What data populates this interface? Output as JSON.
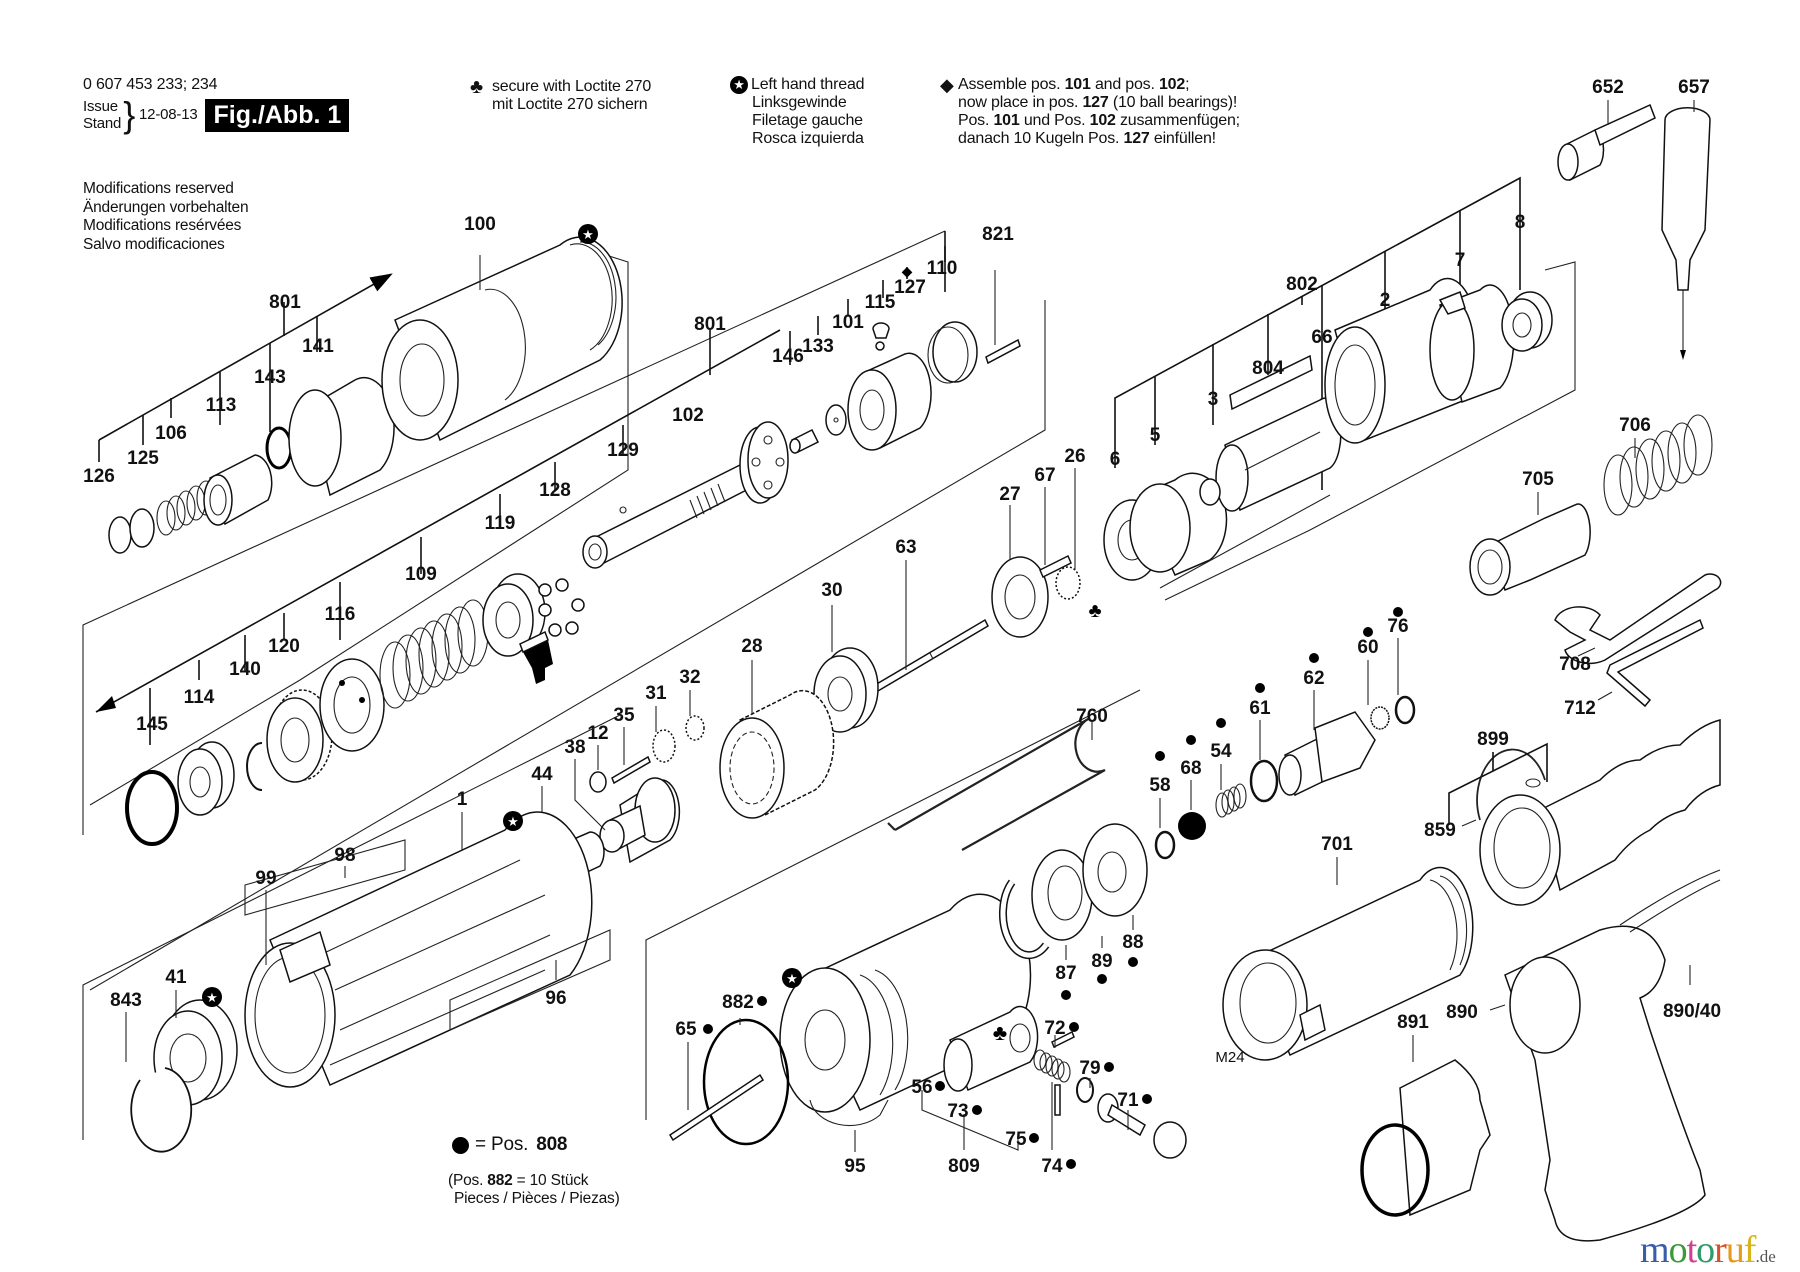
{
  "header": {
    "part_number": "0 607 453 233; 234",
    "issue_label": "Issue",
    "stand_label": "Stand",
    "issue_date": "12-08-13",
    "figure_badge": "Fig./Abb. 1",
    "modifications": [
      "Modifications reserved",
      "Änderungen vorbehalten",
      "Modifications resérvées",
      "Salvo modificaciones"
    ]
  },
  "notes": {
    "loctite": {
      "icon": "club-icon",
      "lines": [
        "secure with Loctite 270",
        "mit Loctite 270 sichern"
      ]
    },
    "left_hand_thread": {
      "icon": "star-circle-icon",
      "lines": [
        "Left hand thread",
        "Linksgewinde",
        "Filetage gauche",
        "Rosca izquierda"
      ]
    },
    "assemble": {
      "icon": "diamond-icon",
      "line1_a": "Assemble pos. ",
      "line1_b": "101",
      "line1_c": " and pos. ",
      "line1_d": "102",
      "line1_e": ";",
      "line2_a": "now place in pos. ",
      "line2_b": "127",
      "line2_c": " (10 ball bearings)!",
      "line3_a": "Pos. ",
      "line3_b": "101",
      "line3_c": " und Pos. ",
      "line3_d": "102",
      "line3_e": " zusammenfügen;",
      "line4_a": "danach 10 Kugeln Pos. ",
      "line4_b": "127",
      "line4_c": " einfüllen!"
    }
  },
  "legend": {
    "dot_text": "= Pos.",
    "dot_value": "808",
    "pos882_a": "(Pos. ",
    "pos882_b": "882",
    "pos882_c": " = 10 Stück",
    "pos882_line2": "Pieces / Pièces / Piezas)"
  },
  "diagram": {
    "labels": {
      "l100": "100",
      "l801a": "801",
      "l141": "141",
      "l143": "143",
      "l113": "113",
      "l106": "106",
      "l125": "125",
      "l126": "126",
      "l801b": "801",
      "l102": "102",
      "l129": "129",
      "l128": "128",
      "l119": "119",
      "l109": "109",
      "l116": "116",
      "l120": "120",
      "l140": "140",
      "l114": "114",
      "l145": "145",
      "l146": "146",
      "l133": "133",
      "l101": "101",
      "l115": "115",
      "l127": "127",
      "l110": "110",
      "l821": "821",
      "l802": "802",
      "l66": "66",
      "l804": "804",
      "l3": "3",
      "l5": "5",
      "l6": "6",
      "l2": "2",
      "l7": "7",
      "l8": "8",
      "l27": "27",
      "l67": "67",
      "l26": "26",
      "l63": "63",
      "l30": "30",
      "l28": "28",
      "l32": "32",
      "l31": "31",
      "l35": "35",
      "l12": "12",
      "l38": "38",
      "l44": "44",
      "l1": "1",
      "l98": "98",
      "l99": "99",
      "l41": "41",
      "l843": "843",
      "l96": "96",
      "l760": "760",
      "l58": "58",
      "l68": "68",
      "l54": "54",
      "l61": "61",
      "l62": "62",
      "l60": "60",
      "l76": "76",
      "l87": "87",
      "l89": "89",
      "l88": "88",
      "l882": "882",
      "l65": "65",
      "l95": "95",
      "l56": "56",
      "l73": "73",
      "l809": "809",
      "l75": "75",
      "l74": "74",
      "l72": "72",
      "l79": "79",
      "l71": "71",
      "l652": "652",
      "l657": "657",
      "l705": "705",
      "l706": "706",
      "l708": "708",
      "l712": "712",
      "l899": "899",
      "l859": "859",
      "l701": "701",
      "lM24": "M24",
      "l891": "891",
      "l890": "890",
      "l890_40": "890/40"
    }
  },
  "watermark": {
    "brand": "motoruf",
    "tld": ".de",
    "letter_colors": [
      "#3b5bab",
      "#3b9a3b",
      "#d23f8e",
      "#2f9a6a",
      "#d6502a",
      "#e59a1a",
      "#d8b31c"
    ]
  }
}
